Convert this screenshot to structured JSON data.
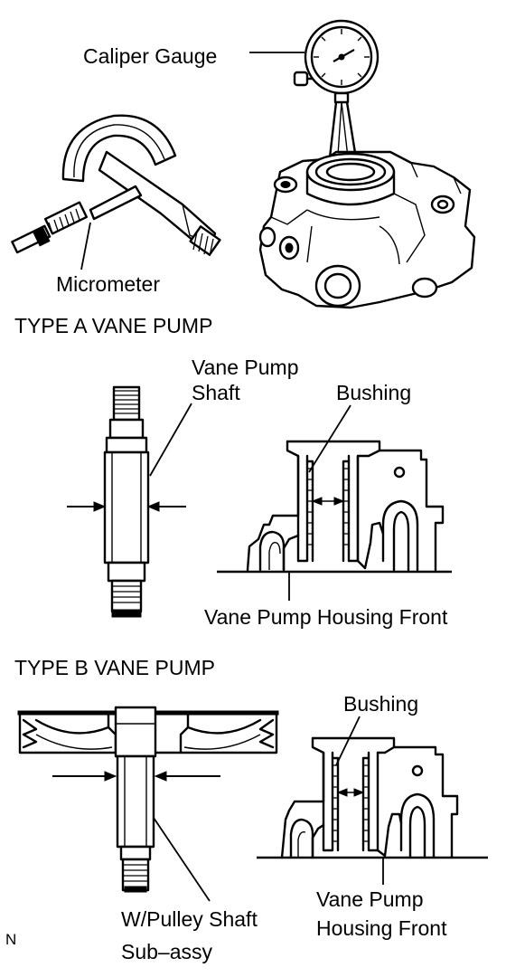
{
  "labels": {
    "caliper_gauge": "Caliper Gauge",
    "micrometer": "Micrometer",
    "type_a": "TYPE A VANE PUMP",
    "vane_pump_shaft_line1": "Vane Pump",
    "vane_pump_shaft_line2": "Shaft",
    "bushing_a": "Bushing",
    "housing_front_a": "Vane Pump Housing Front",
    "type_b": "TYPE B VANE PUMP",
    "bushing_b": "Bushing",
    "pulley_shaft_line1": "W/Pulley Shaft",
    "pulley_shaft_line2": "Sub–assy",
    "housing_front_b_line1": "Vane Pump",
    "housing_front_b_line2": "Housing Front",
    "corner_mark": "N"
  }
}
